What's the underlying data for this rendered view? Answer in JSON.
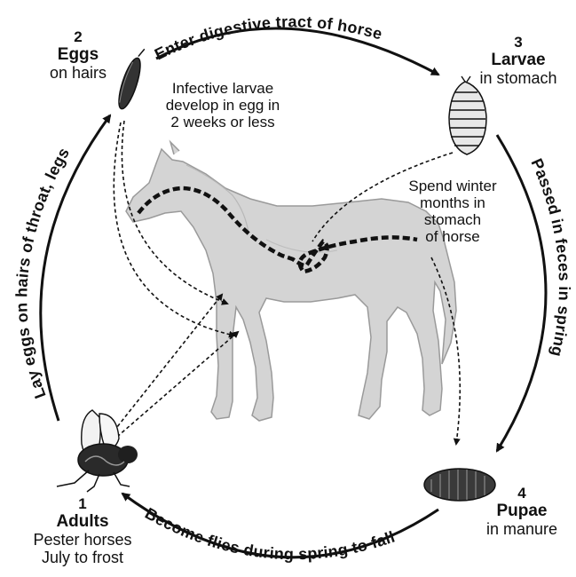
{
  "stages": {
    "eggs": {
      "number": "2",
      "title": "Eggs",
      "detail": "on hairs"
    },
    "larvae": {
      "number": "3",
      "title": "Larvae",
      "detail": "in stomach"
    },
    "pupae": {
      "number": "4",
      "title": "Pupae",
      "detail": "in manure"
    },
    "adults": {
      "number": "1",
      "title": "Adults",
      "detail_line1": "Pester horses",
      "detail_line2": "July to frost"
    }
  },
  "arc_labels": {
    "top": "Enter digestive tract of horse",
    "right": "Passed in feces in spring",
    "bottom": "Become flies during spring to fall",
    "left": "Lay eggs on hairs of throat, legs"
  },
  "notes": {
    "infective": [
      "Infective larvae",
      "develop in egg in",
      "2 weeks or less"
    ],
    "winter": [
      "Spend winter",
      "months in",
      "stomach",
      "of horse"
    ]
  },
  "colors": {
    "ink": "#111111",
    "horse_fill": "#d4d4d4",
    "horse_stroke": "#9a9a9a"
  },
  "icons": [
    "egg-icon",
    "larva-icon",
    "pupa-icon",
    "fly-icon",
    "horse-illustration"
  ]
}
